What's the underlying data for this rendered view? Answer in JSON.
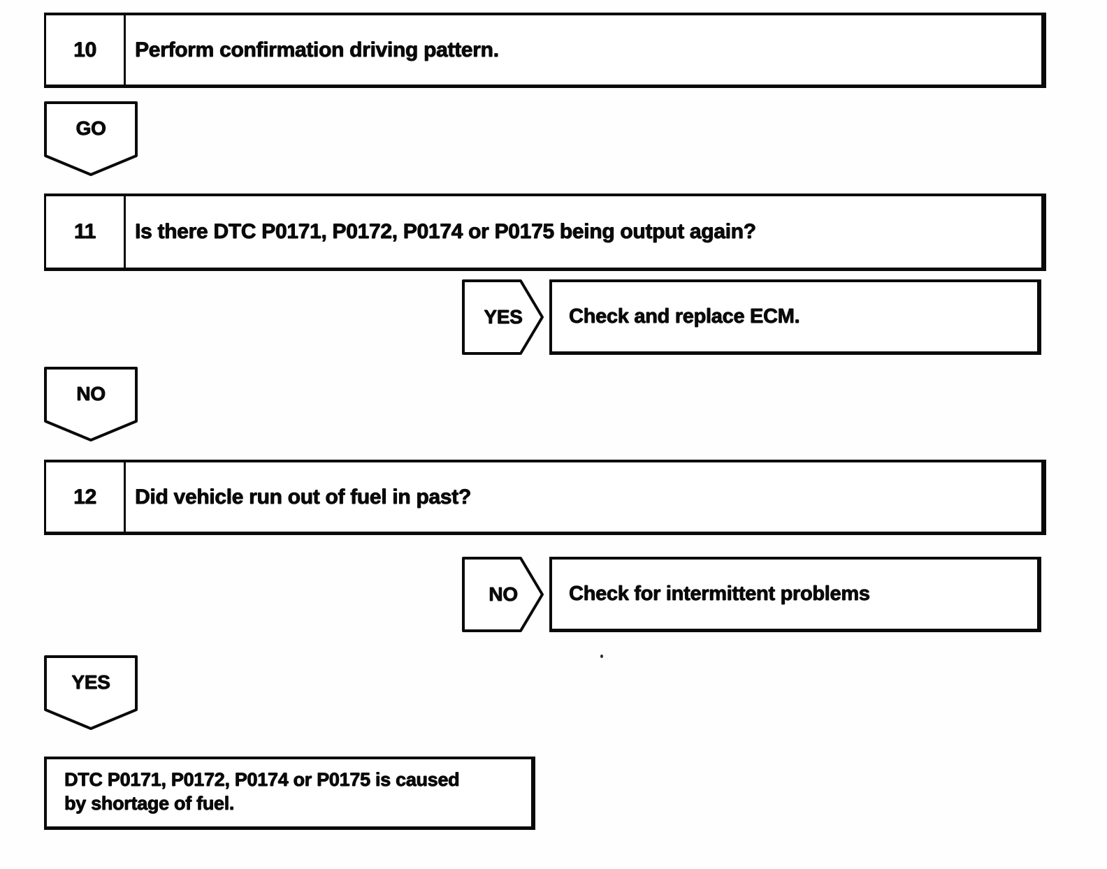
{
  "page": {
    "background_color": "#fefefe",
    "ink_color": "#0a0a0a"
  },
  "flowchart": {
    "steps": [
      {
        "number": "10",
        "question": "Perform confirmation driving pattern."
      },
      {
        "number": "11",
        "question": "Is there DTC P0171, P0172, P0174 or P0175 being output again?"
      },
      {
        "number": "12",
        "question": "Did vehicle run out of fuel in past?"
      }
    ],
    "connectors": [
      {
        "label": "GO",
        "direction": "down"
      },
      {
        "label": "YES",
        "direction": "right",
        "result": "Check and replace ECM."
      },
      {
        "label": "NO",
        "direction": "down"
      },
      {
        "label": "NO",
        "direction": "right",
        "result": "Check for intermittent problems"
      },
      {
        "label": "YES",
        "direction": "down"
      }
    ],
    "conclusion": {
      "line1": "DTC P0171, P0172, P0174 or P0175 is caused",
      "line2": "by shortage of fuel."
    }
  }
}
